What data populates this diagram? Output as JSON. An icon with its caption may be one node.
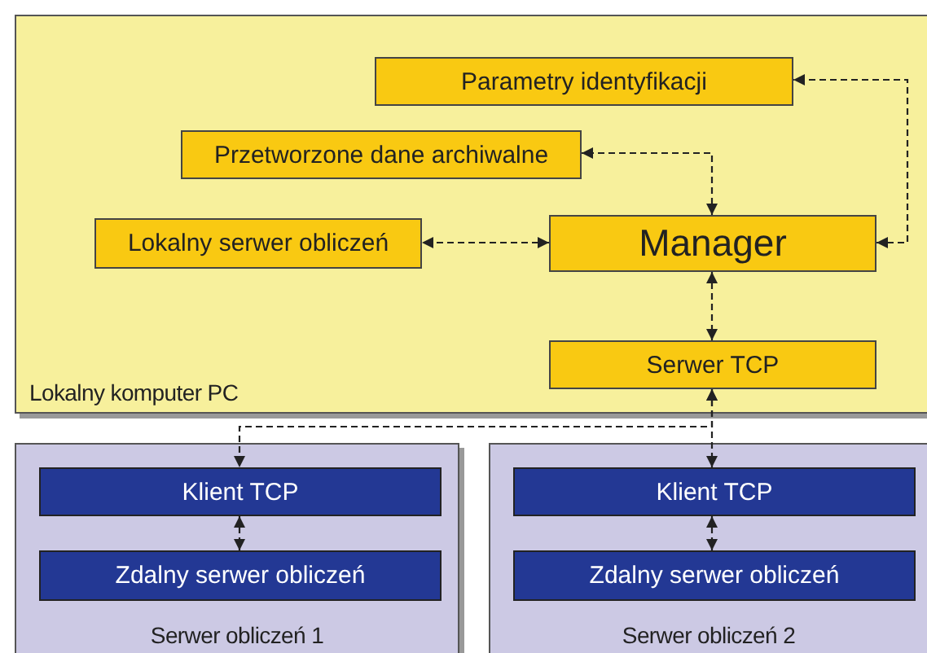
{
  "diagram": {
    "nodes": [
      {
        "text": [
          "Lokalny komputer PC"
        ]
      },
      {
        "text": [
          "Parametry identyfikacji"
        ],
        "in": 0
      },
      {
        "text": [
          "Przetworzone dane archiwalne"
        ],
        "in": 0
      },
      {
        "text": [
          "Lokalny serwer obliczeń"
        ],
        "in": 0
      },
      {
        "text": [
          "Manager"
        ],
        "in": 0
      },
      {
        "text": [
          "Serwer TCP"
        ],
        "in": 0
      },
      {
        "text": [
          "Serwer obliczeń 1"
        ]
      },
      {
        "text": [
          "Klient TCP"
        ],
        "in": 6
      },
      {
        "text": [
          "Zdalny serwer obliczeń"
        ],
        "in": 6
      },
      {
        "text": [
          "Serwer obliczeń 2"
        ]
      },
      {
        "text": [
          "Klient TCP"
        ],
        "in": 9
      },
      {
        "text": [
          "Zdalny serwer obliczeń"
        ],
        "in": 9
      }
    ],
    "edges": [
      {
        "from": 4,
        "to": 1,
        "arrow": "both",
        "style": "dashed"
      },
      {
        "from": 4,
        "to": 2,
        "arrow": "both",
        "style": "dashed"
      },
      {
        "from": 4,
        "to": 3,
        "arrow": "both",
        "style": "dashed"
      },
      {
        "from": 4,
        "to": 5,
        "arrow": "both",
        "style": "dashed"
      },
      {
        "from": 5,
        "to": 7,
        "arrow": "both",
        "style": "dashed"
      },
      {
        "from": 5,
        "to": 10,
        "arrow": "both",
        "style": "dashed"
      },
      {
        "from": 7,
        "to": 8,
        "arrow": "both",
        "style": "dashed"
      },
      {
        "from": 10,
        "to": 11,
        "arrow": "both",
        "style": "dashed"
      }
    ]
  }
}
